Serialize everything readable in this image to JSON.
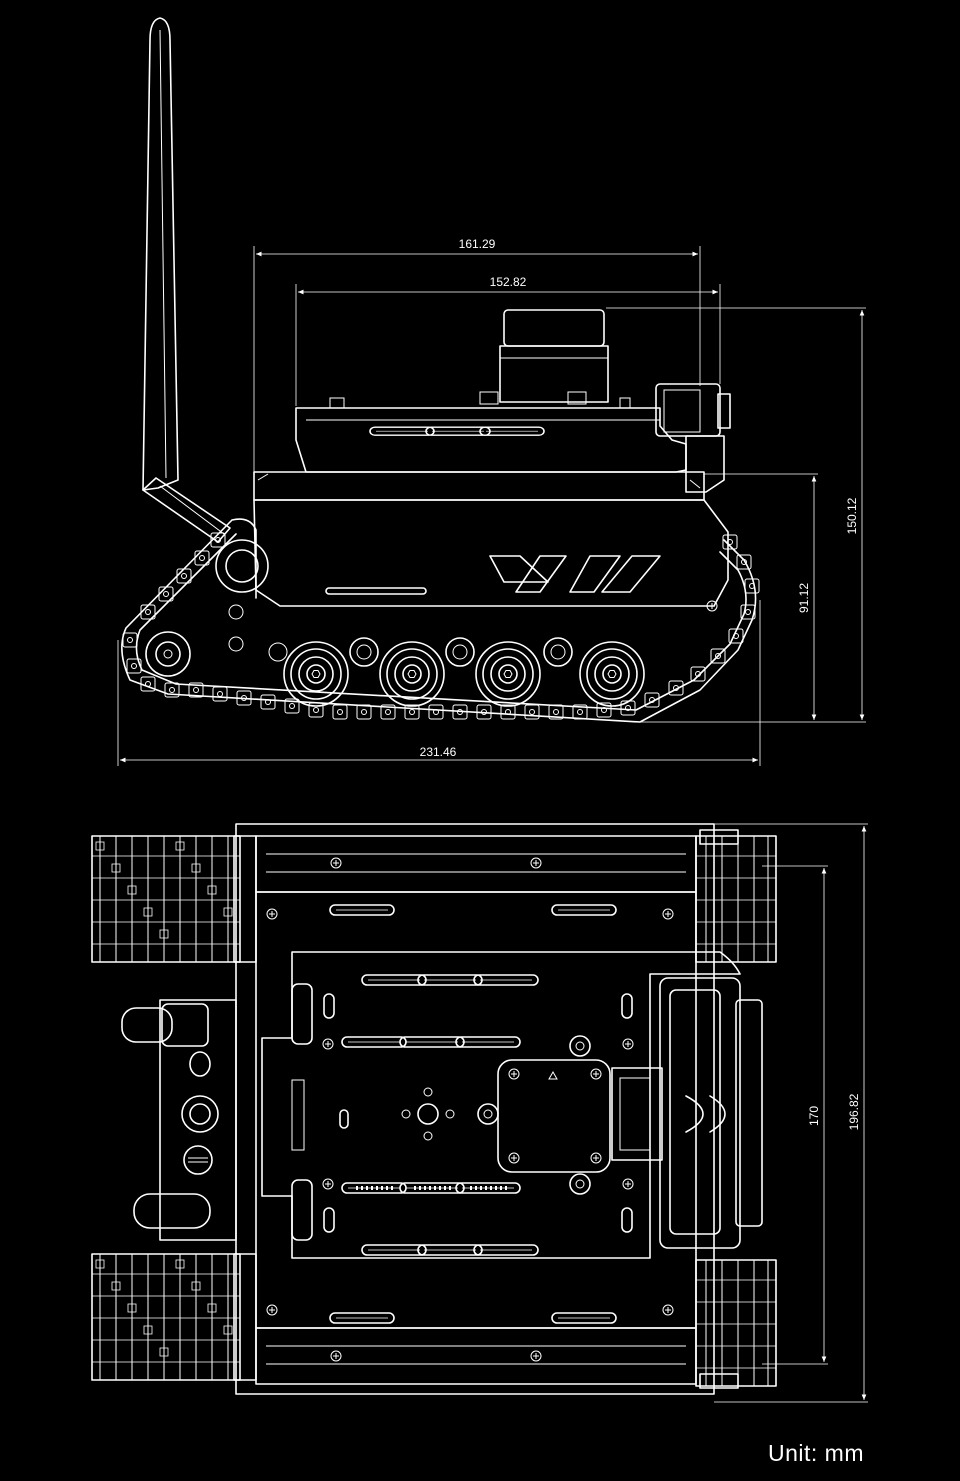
{
  "side_view": {
    "dim_width_top": "161.29",
    "dim_width_inner": "152.82",
    "dim_height_total": "150.12",
    "dim_height_body": "91.12",
    "dim_length_total": "231.46"
  },
  "top_view": {
    "dim_inner_width": "170",
    "dim_outer_width": "196.82"
  },
  "unit_label": "Unit:  mm"
}
